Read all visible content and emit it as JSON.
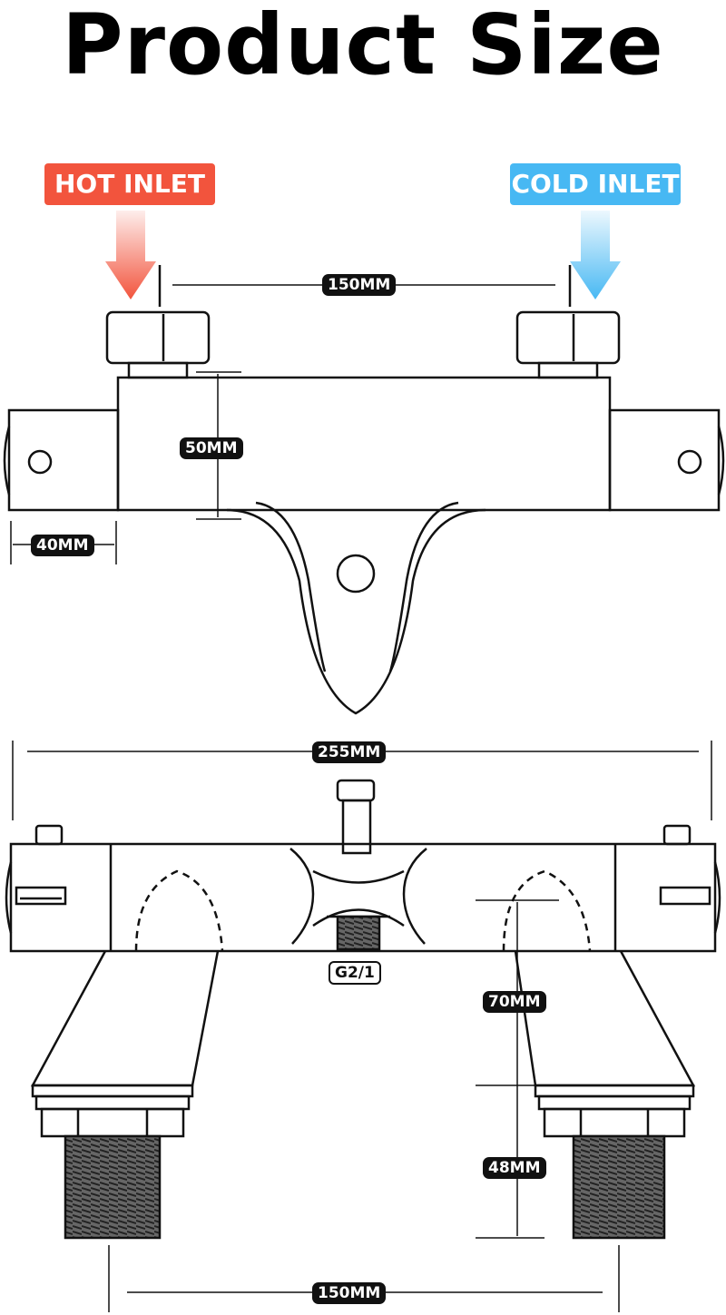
{
  "title": "Product Size",
  "inlets": {
    "hot": "HOT INLET",
    "cold": "COLD INLET",
    "hot_color": "#f2543d",
    "cold_color": "#47b8f3"
  },
  "dimensions": {
    "inlet_spacing": "150MM",
    "body_height": "50MM",
    "end_width": "40MM",
    "total_length": "255MM",
    "outlet_thread": "G2/1",
    "handle_depth": "70MM",
    "thread_height": "48MM",
    "leg_spacing": "150MM"
  }
}
